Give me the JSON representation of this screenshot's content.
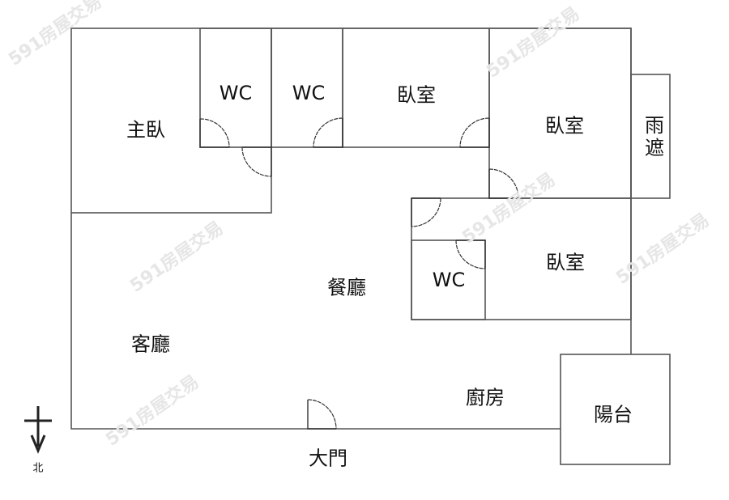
{
  "watermark": "591房屋交易",
  "rooms": {
    "master_bedroom": "主臥",
    "wc1": "WC",
    "wc2": "WC",
    "bedroom1": "臥室",
    "bedroom2": "臥室",
    "canopy": "雨遮",
    "dining": "餐廳",
    "wc3": "WC",
    "bedroom3": "臥室",
    "living": "客廳",
    "kitchen": "廚房",
    "balcony": "陽台",
    "main_door": "大門"
  },
  "compass": {
    "label": "北"
  }
}
